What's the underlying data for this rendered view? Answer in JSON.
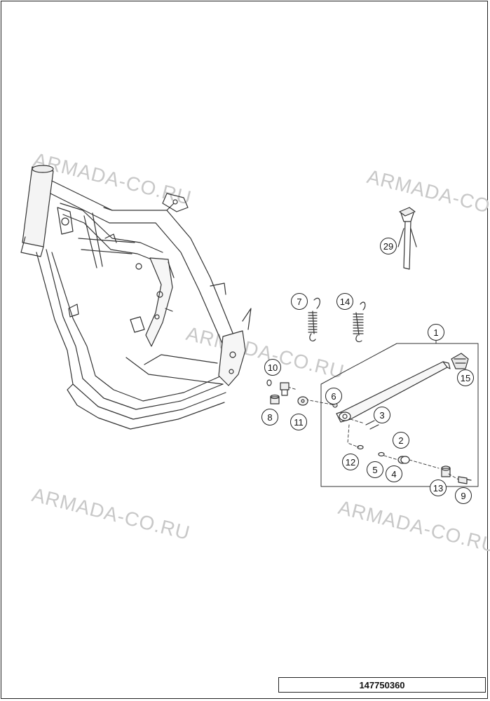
{
  "watermark": "ARMADA-CO.RU",
  "document_number": "147750360",
  "callouts": {
    "c1": "1",
    "c2": "2",
    "c3": "3",
    "c4": "4",
    "c5": "5",
    "c6": "6",
    "c7": "7",
    "c8": "8",
    "c9": "9",
    "c10": "10",
    "c11": "11",
    "c12": "12",
    "c13": "13",
    "c14": "14",
    "c15": "15",
    "c29": "29"
  }
}
